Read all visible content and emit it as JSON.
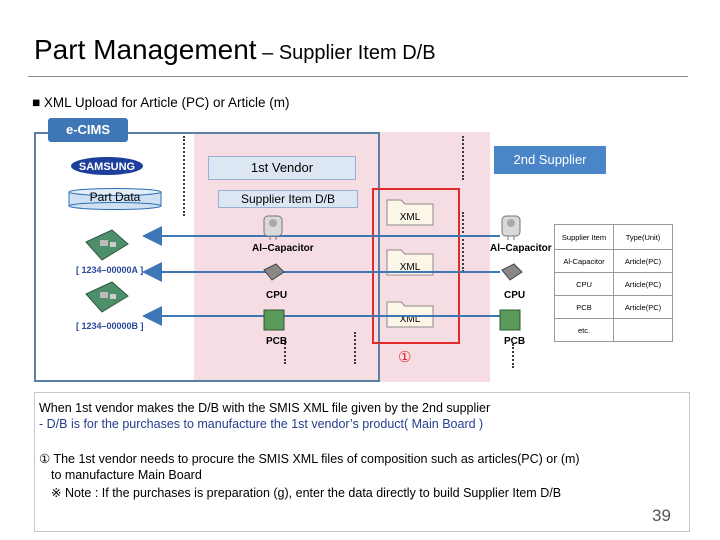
{
  "title": {
    "main": "Part Management",
    "sub": " – Supplier Item D/B"
  },
  "subtitle": "■ XML Upload for Article (PC) or Article (m)",
  "ecims_label": "e-CIMS",
  "samsung_logo_text": "SAMSUNG",
  "part_data_label": "Part Data",
  "vendor_label": "1st Vendor",
  "supplier2_label": "2nd Supplier",
  "supplier_item_db_label": "Supplier Item D/B",
  "xml_labels": [
    "XML",
    "XML",
    "XML"
  ],
  "products": {
    "codes": [
      "[ 1234–00000A ]",
      "[ 1234–00000B ]"
    ],
    "ai_capacitor": "Al–Capacitor",
    "cpu": "CPU",
    "pcb": "PCB"
  },
  "circle_marker": "①",
  "table": {
    "rows": [
      [
        "Supplier Item",
        "Type(Unit)"
      ],
      [
        "Al-Capacitor",
        "Article(PC)"
      ],
      [
        "CPU",
        "Article(PC)"
      ],
      [
        "PCB",
        "Article(PC)"
      ],
      [
        "etc.",
        ""
      ]
    ]
  },
  "notes": {
    "line1": "When 1st vendor makes the D/B with the SMIS XML file given by the 2nd supplier",
    "line2": " - D/B is for the purchases to manufacture the 1st vendor’s product( Main Board )",
    "line3": "① The 1st vendor needs to procure the SMIS XML files of composition such as articles(PC) or (m)",
    "line4": "to manufacture Main Board",
    "line5": "※ Note : If the purchases is preparation (g), enter the data directly to build Supplier Item D/B"
  },
  "page_number": "39",
  "colors": {
    "blue_accent": "#3f76b5",
    "red_accent": "#e02b2b",
    "pink_bg": "#f6dde3"
  }
}
